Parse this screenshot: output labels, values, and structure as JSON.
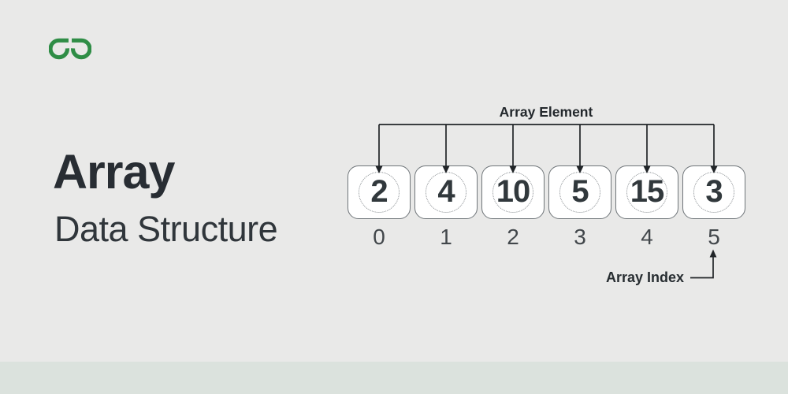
{
  "page": {
    "background": "#e9e9e8"
  },
  "brand": {
    "logo": "geeksforgeeks",
    "color": "#2f8d46"
  },
  "title": {
    "heading": "Array",
    "subheading": "Data Structure"
  },
  "diagram": {
    "element_label": "Array Element",
    "index_label": "Array Index",
    "cells": [
      {
        "value": "2",
        "index": "0"
      },
      {
        "value": "4",
        "index": "1"
      },
      {
        "value": "10",
        "index": "2"
      },
      {
        "value": "5",
        "index": "3"
      },
      {
        "value": "15",
        "index": "4"
      },
      {
        "value": "3",
        "index": "5"
      }
    ]
  },
  "footer": {
    "band_color": "#dbe2dd"
  }
}
